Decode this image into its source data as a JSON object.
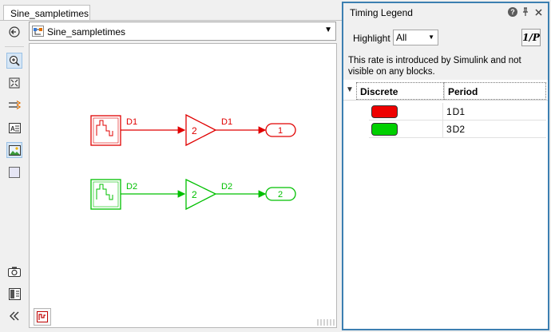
{
  "editor": {
    "tab_label": "Sine_sampletimes",
    "address_path": "Sine_sampletimes",
    "toolbar_icons": [
      "back-icon",
      "zoom-in-icon",
      "fit-view-icon",
      "signal-arrow-icon",
      "annotation-icon",
      "image-icon",
      "area-icon",
      "screenshot-camera-icon",
      "property-inspector-icon",
      "collapse-toolbar-icon"
    ]
  },
  "diagram": {
    "rows": [
      {
        "signal": "D1",
        "gain": "2",
        "outport": "1",
        "color": "#e00000"
      },
      {
        "signal": "D2",
        "gain": "2",
        "outport": "2",
        "color": "#00c000"
      }
    ]
  },
  "legend": {
    "title": "Timing Legend",
    "highlight_label": "Highlight",
    "highlight_value": "All",
    "invert_button": "1/P",
    "info_text": "This rate is introduced by Simulink and not visible on any blocks.",
    "columns": {
      "name": "Discrete",
      "period": "Period"
    },
    "rates": [
      {
        "name": "D1",
        "period": "1",
        "color": "#ee0000"
      },
      {
        "name": "D2",
        "period": "3",
        "color": "#00d000"
      }
    ]
  }
}
